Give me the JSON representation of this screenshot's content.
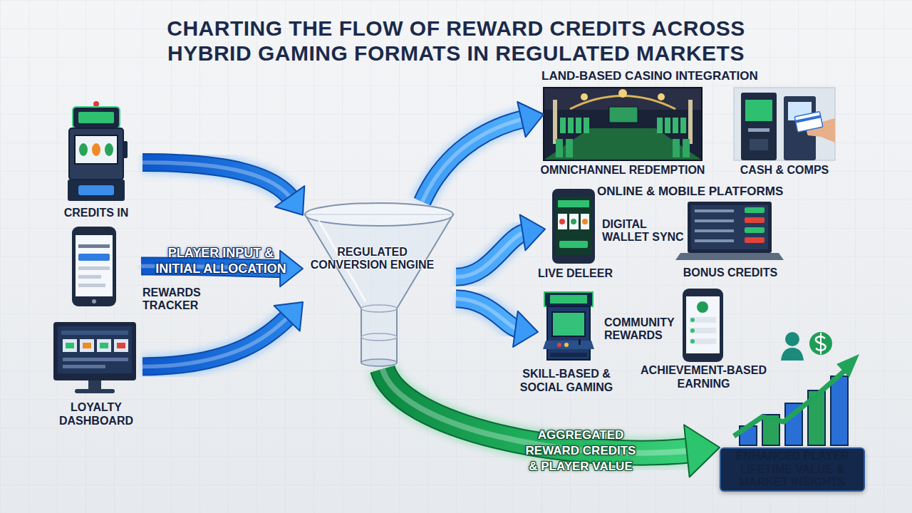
{
  "diagram": {
    "title": "CHARTING THE FLOW OF REWARD CREDITS ACROSS HYBRID GAMING FORMATS IN REGULATED MARKETS",
    "nodes": [
      {
        "text": [
          "CREDITS IN"
        ]
      },
      {
        "text": [
          "REWARDS TRACKER"
        ]
      },
      {
        "text": [
          "LOYALTY DASHBOARD"
        ]
      },
      {
        "text": [
          "REGULATED CONVERSION ENGINE"
        ]
      },
      {
        "text": [
          "OMNICHANNEL REDEMPTION"
        ]
      },
      {
        "text": [
          "CASH & COMPS"
        ]
      },
      {
        "text": [
          "LIVE DELEER"
        ]
      },
      {
        "text": [
          "BONUS CREDITS"
        ]
      },
      {
        "text": [
          "SKILL-BASED & SOCIAL GAMING"
        ]
      },
      {
        "text": [
          "ACHIEVEMENT-BASED EARNING"
        ]
      },
      {
        "text": [
          "ENHANCED PLAYER LIFETIME VALUE & MARKET INSIGHTS"
        ]
      }
    ],
    "edges": [
      {
        "from": 0,
        "to": 3,
        "arrow": "to"
      },
      {
        "from": 1,
        "to": 3,
        "label": "PLAYER INPUT & INITIAL ALLOCATION",
        "arrow": "to"
      },
      {
        "from": 2,
        "to": 3,
        "arrow": "to"
      },
      {
        "from": 3,
        "to": 4,
        "arrow": "to"
      },
      {
        "from": 3,
        "to": 6,
        "arrow": "to"
      },
      {
        "from": 3,
        "to": 8,
        "arrow": "to"
      },
      {
        "from": 3,
        "to": 10,
        "label": "AGGREGATED REWARD CREDITS & PLAYER VALUE",
        "arrow": "to"
      }
    ],
    "labels": [
      "LAND-BASED CASINO INTEGRATION",
      "ONLINE & MOBILE PLATFORMS",
      "DIGITAL WALLET SYNC",
      "COMMUNITY REWARDS"
    ]
  }
}
